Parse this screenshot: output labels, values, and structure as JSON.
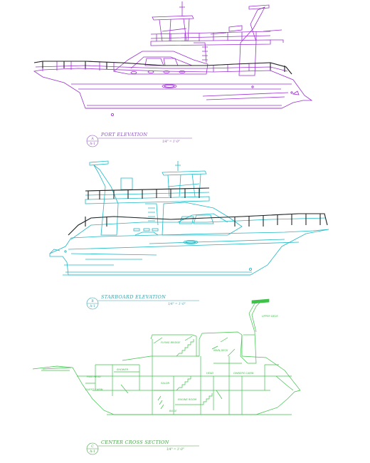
{
  "colors": {
    "port": "#9b2fd0",
    "starboard": "#1fb8c4",
    "section": "#3ec24a",
    "hull_dark": "#222222",
    "title_port": "#8a55b8",
    "title_stbd": "#3a9ea8",
    "title_sect": "#4a9c4a"
  },
  "views": [
    {
      "name": "port-elevation",
      "title": "PORT ELEVATION",
      "scale": "1/4\" = 1'-0\"",
      "bubble_top": "A",
      "bubble_bottom": "A-1"
    },
    {
      "name": "starboard-elevation",
      "title": "STARBOARD ELEVATION",
      "scale": "1/4\" = 1'-0\"",
      "bubble_top": "B",
      "bubble_bottom": "A-1"
    },
    {
      "name": "center-cross-section",
      "title": "CENTER CROSS SECTION",
      "scale": "1/4\" = 1'-0\"",
      "bubble_top": "C",
      "bubble_bottom": "A-1"
    }
  ],
  "section_labels": {
    "upper_deck": "UPPER DECK",
    "flying_bridge": "FLYING BRIDGE",
    "main_deck": "MAIN DECK",
    "salon": "SALON",
    "head": "HEAD",
    "guest_cabin": "GUEST CABIN",
    "engine_room": "ENGINE ROOM",
    "shower": "SHOWER",
    "fwd_head": "FWD HEAD",
    "owners_cabin": "OWNERS CABIN",
    "bilge": "BILGE"
  },
  "icons": {
    "title_bubble": "circle-section-marker-icon"
  }
}
